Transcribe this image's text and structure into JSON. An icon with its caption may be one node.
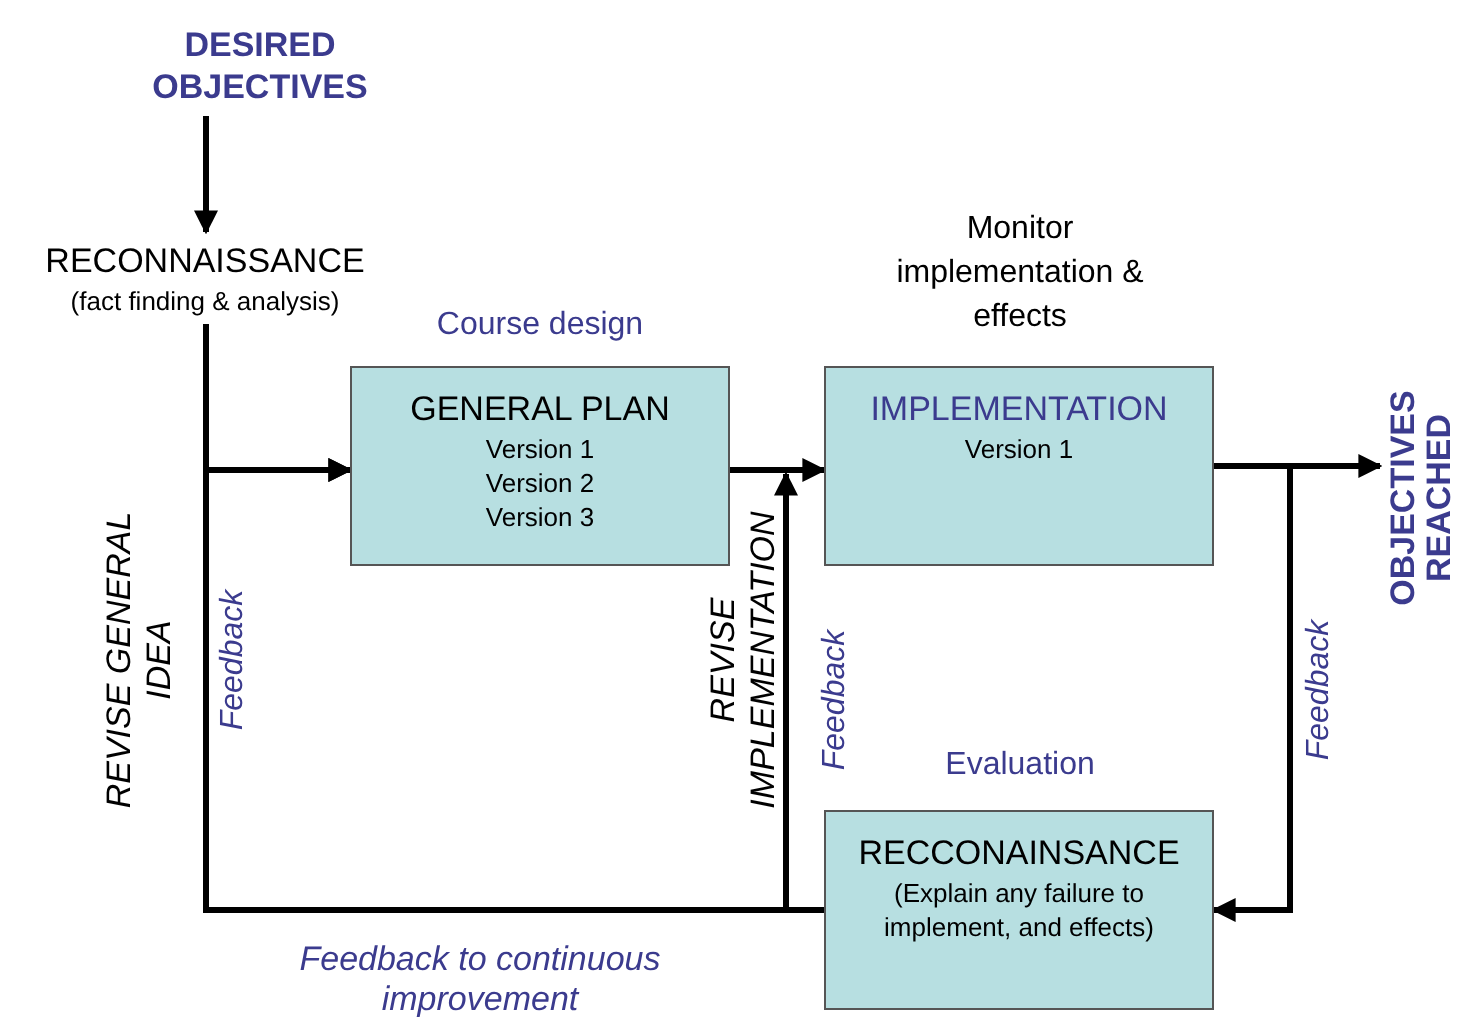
{
  "diagram": {
    "nodes": [
      {
        "text": [
          "DESIRED OBJECTIVES"
        ]
      },
      {
        "text": [
          "RECONNAISSANCE",
          "(fact finding & analysis)"
        ]
      },
      {
        "text": [
          "GENERAL PLAN",
          "Version 1",
          "Version 2",
          "Version 3"
        ],
        "beside": [
          "Course design"
        ]
      },
      {
        "text": [
          "IMPLEMENTATION",
          "Version 1"
        ],
        "beside": [
          "Monitor implementation & effects"
        ]
      },
      {
        "text": [
          "OBJECTIVES REACHED"
        ]
      },
      {
        "text": [
          "RECCONAINSANCE",
          "(Explain any failure to implement, and effects)"
        ],
        "beside": [
          "Evaluation"
        ]
      }
    ],
    "edges": [
      {
        "from": 0,
        "to": 1,
        "arrow": "to"
      },
      {
        "from": 1,
        "to": 2,
        "arrow": "to"
      },
      {
        "from": 2,
        "to": 3,
        "arrow": "to"
      },
      {
        "from": 3,
        "to": 4,
        "arrow": "to"
      },
      {
        "from": 3,
        "to": 5,
        "label": "Feedback",
        "arrow": "to"
      },
      {
        "from": 5,
        "to": 2,
        "label": "Feedback",
        "arrow": "to"
      },
      {
        "from": 5,
        "to": 3,
        "label": "Feedback",
        "arrow": "to"
      }
    ],
    "labels": [
      "REVISE GENERAL IDEA",
      "REVISE IMPLEMENTATION",
      "Feedback to continuous improvement"
    ]
  }
}
